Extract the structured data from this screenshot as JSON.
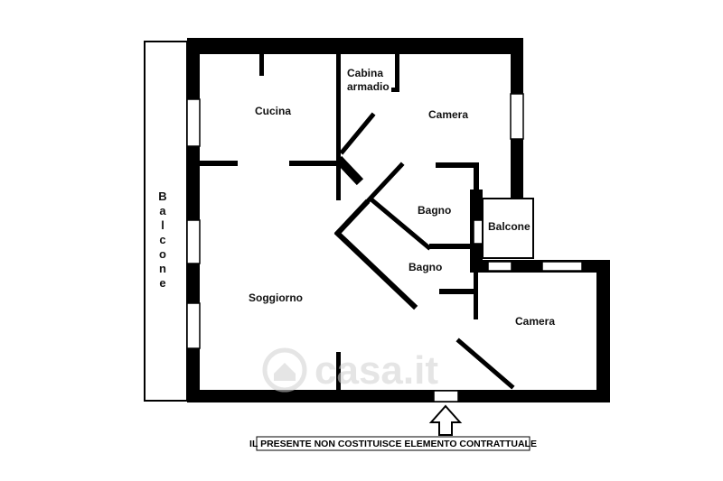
{
  "rooms": {
    "cucina": "Cucina",
    "cabina_line1": "Cabina",
    "cabina_line2": "armadio",
    "camera_top": "Camera",
    "bagno_upper": "Bagno",
    "bagno_lower": "Bagno",
    "balcone_small": "Balcone",
    "soggiorno": "Soggiorno",
    "camera_bottom": "Camera"
  },
  "balcone_left": [
    "B",
    "a",
    "l",
    "c",
    "o",
    "n",
    "e"
  ],
  "watermark": "casa.it",
  "disclaimer": "IL PRESENTE NON COSTITUISCE ELEMENTO CONTRATTUALE",
  "colors": {
    "wall": "#000000",
    "background": "#ffffff",
    "watermark": "#d0d0d0"
  }
}
